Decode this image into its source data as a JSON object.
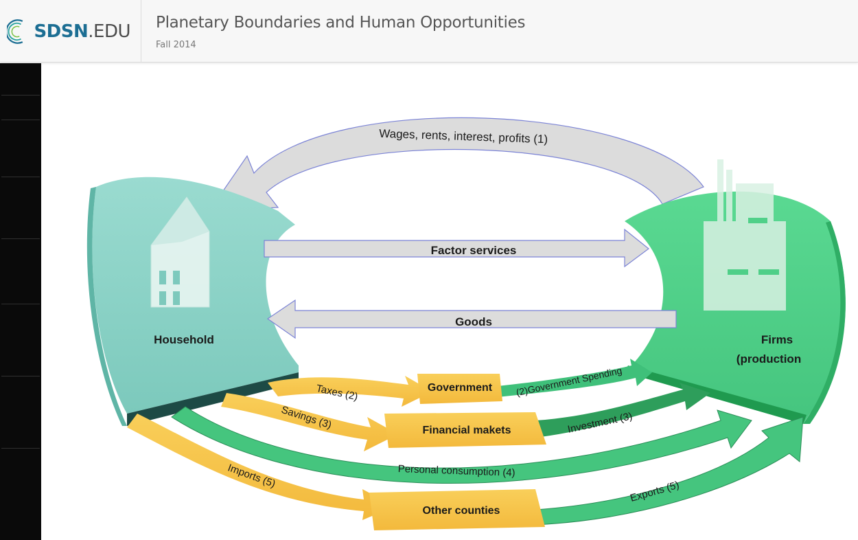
{
  "header": {
    "logo_text": "SDSN",
    "logo_suffix": ".EDU",
    "course_title": "Planetary Boundaries and Human Opportunities",
    "term": "Fall 2014"
  },
  "diagram": {
    "household": "Household",
    "firms_line1": "Firms",
    "firms_line2": "(production",
    "wages": "Wages, rents, interest, profits (1)",
    "factor_services": "Factor services",
    "goods": "Goods",
    "government": "Government",
    "financial_markets": "Financial makets",
    "other_countries": "Other counties",
    "taxes": "Taxes (2)",
    "savings": "Savings (3)",
    "imports": "Imports (5)",
    "gov_spending": "(2)Government Spending",
    "investment": "Investment (3)",
    "personal_consumption": "Personal consumption (4)",
    "exports": "Exports (5)"
  },
  "colors": {
    "household": "#8ed3c7",
    "firms": "#4fcf88",
    "yellow": "#f6c34a",
    "grey_arrow": "#d9d9d9",
    "logo_blue": "#1c6e93"
  }
}
